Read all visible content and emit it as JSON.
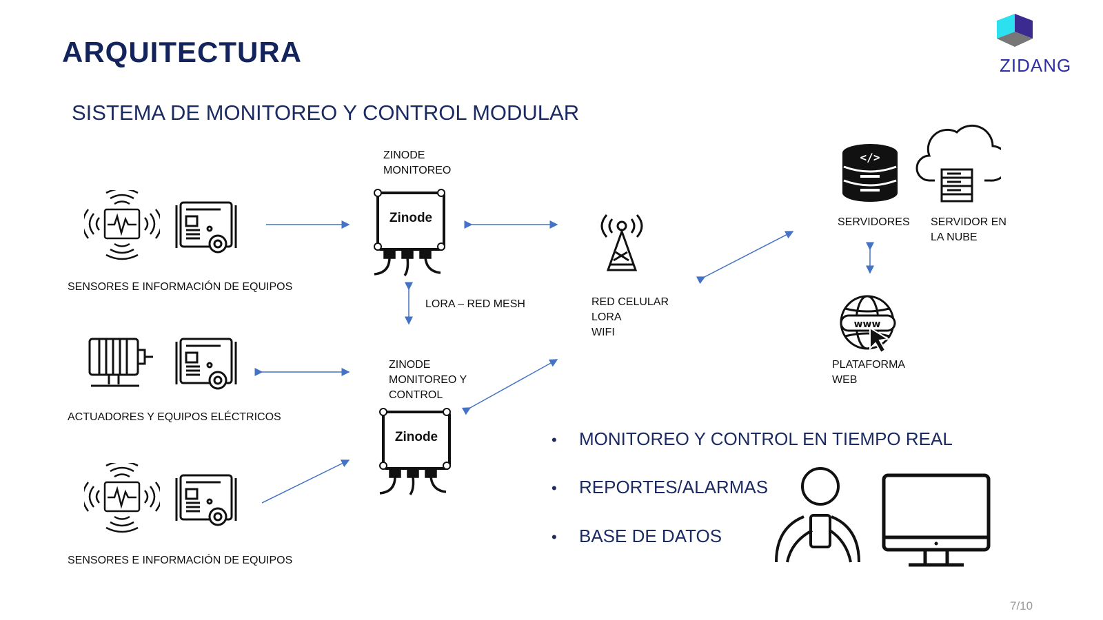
{
  "header": {
    "title": "ARQUITECTURA",
    "subtitle": "SISTEMA DE MONITOREO Y CONTROL MODULAR",
    "logo_text": "ZIDANG"
  },
  "labels": {
    "sensors_top": "SENSORES E INFORMACIÓN DE EQUIPOS",
    "actuators": "ACTUADORES Y EQUIPOS ELÉCTRICOS",
    "sensors_bottom": "SENSORES E INFORMACIÓN DE EQUIPOS",
    "zinode_mon_line1": "ZINODE",
    "zinode_mon_line2": "MONITOREO",
    "zinode_ctrl_line1": "ZINODE",
    "zinode_ctrl_line2": "MONITOREO Y",
    "zinode_ctrl_line3": "CONTROL",
    "lora_mesh": "LORA – RED MESH",
    "network_line1": "RED CELULAR",
    "network_line2": "LORA",
    "network_line3": "WIFI",
    "servers": "SERVIDORES",
    "cloud_line1": "SERVIDOR EN",
    "cloud_line2": "LA NUBE",
    "web_line1": "PLATAFORMA",
    "web_line2": "WEB",
    "device_brand": "Zinode",
    "www": "www"
  },
  "bullets": [
    "MONITOREO Y CONTROL EN TIEMPO REAL",
    "REPORTES/ALARMAS",
    "BASE DE DATOS"
  ],
  "page": {
    "number": "7/10"
  },
  "colors": {
    "title": "#13235b",
    "arrow": "#4472c4",
    "logo_cyan": "#2de0f0",
    "logo_purple": "#3b2a8f",
    "logo_gray": "#777777"
  },
  "icons": [
    "vibration-sensor-icon",
    "generator-icon",
    "motor-icon",
    "zinode-device-icon",
    "cell-tower-icon",
    "server-icon",
    "cloud-server-icon",
    "web-platform-icon",
    "user-phone-icon",
    "monitor-icon"
  ]
}
